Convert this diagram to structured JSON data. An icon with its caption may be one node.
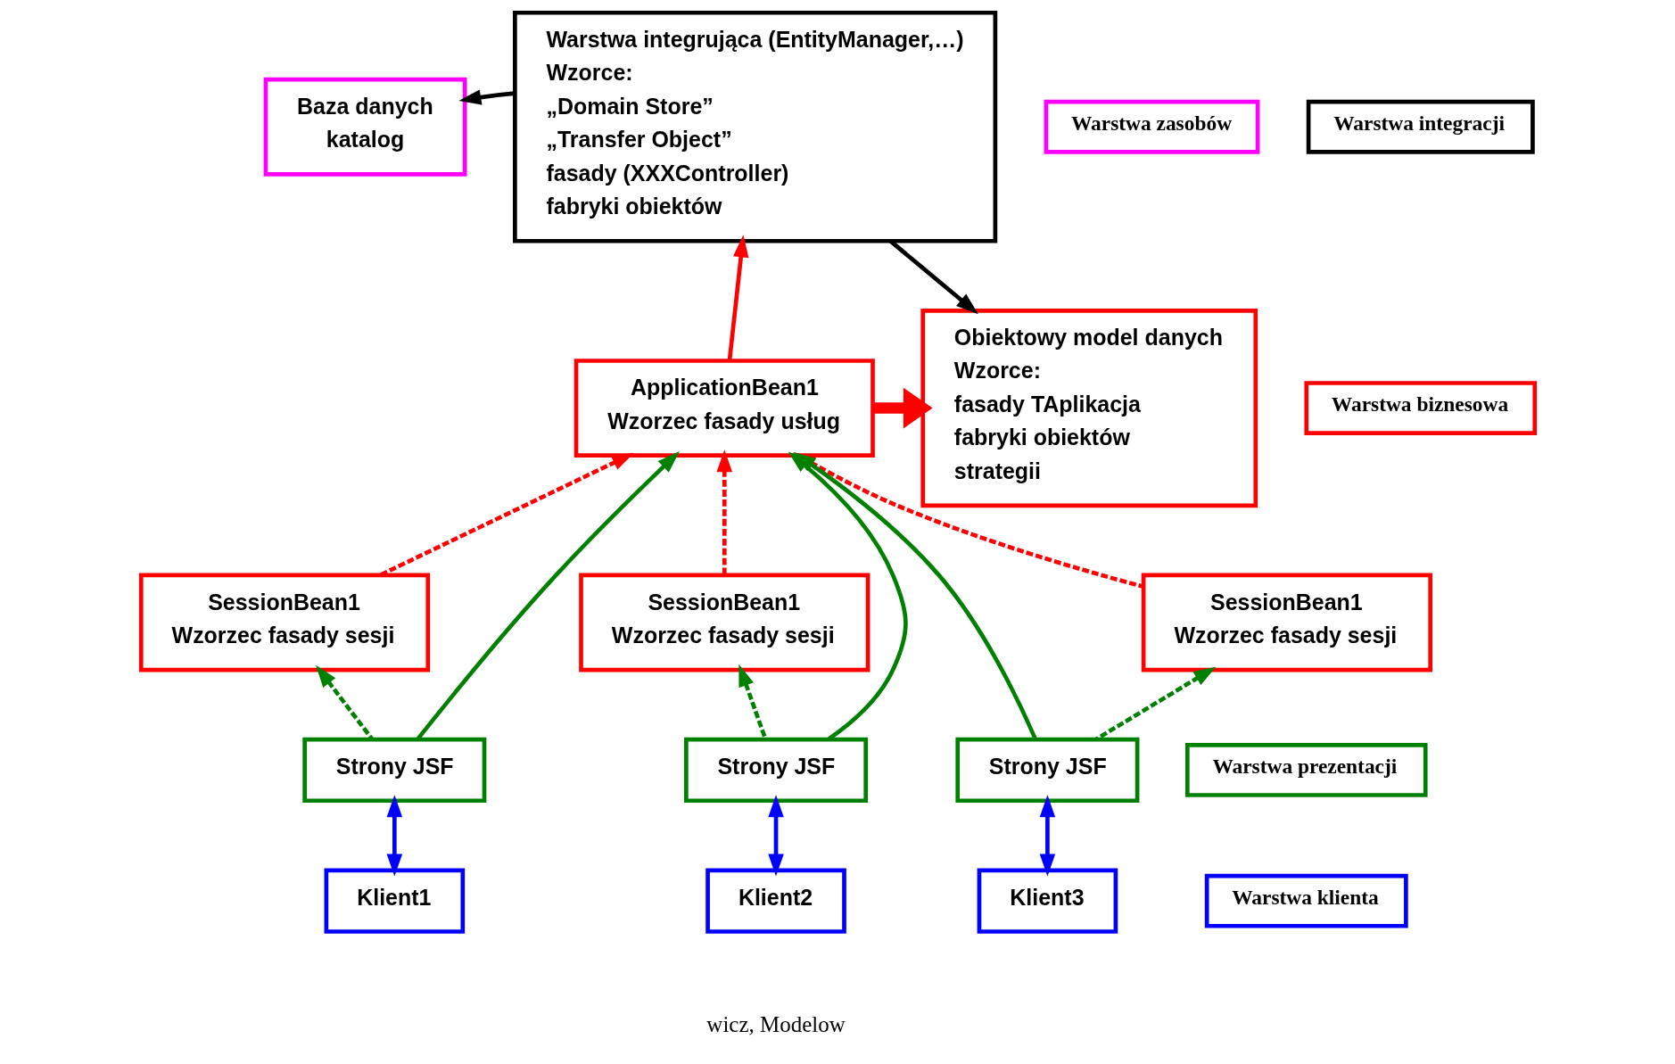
{
  "diagram": {
    "nodes": [
      {
        "text": [
          "Baza danych",
          "katalog"
        ]
      },
      {
        "text": [
          "Warstwa integrująca (EntityManager,…)",
          "Wzorce:",
          "„Domain Store”",
          "„Transfer Object”",
          "fasady (XXXController)",
          "fabryki obiektów"
        ]
      },
      {
        "text": [
          "Obiektowy model danych",
          "Wzorce:",
          "fasady TAplikacja",
          "fabryki obiektów",
          "strategii"
        ]
      },
      {
        "text": [
          "ApplicationBean1",
          "Wzorzec fasady usług"
        ]
      },
      {
        "text": [
          "SessionBean1",
          "Wzorzec fasady sesji"
        ]
      },
      {
        "text": [
          "SessionBean1",
          "Wzorzec fasady sesji"
        ]
      },
      {
        "text": [
          "SessionBean1",
          "Wzorzec fasady sesji"
        ]
      },
      {
        "text": [
          "Strony JSF"
        ]
      },
      {
        "text": [
          "Strony JSF"
        ]
      },
      {
        "text": [
          "Strony JSF"
        ]
      },
      {
        "text": [
          "Klient1"
        ]
      },
      {
        "text": [
          "Klient2"
        ]
      },
      {
        "text": [
          "Klient3"
        ]
      },
      {
        "text": [
          "Warstwa zasobów"
        ]
      },
      {
        "text": [
          "Warstwa integracji"
        ]
      },
      {
        "text": [
          "Warstwa biznesowa"
        ]
      },
      {
        "text": [
          "Warstwa prezentacji"
        ]
      },
      {
        "text": [
          "Warstwa klienta"
        ]
      }
    ],
    "edges": [
      {
        "from": 1,
        "to": 0,
        "arrow": "to",
        "color": "#000000"
      },
      {
        "from": 3,
        "to": 1,
        "arrow": "to",
        "color": "#ff0000"
      },
      {
        "from": 1,
        "to": 2,
        "arrow": "to",
        "color": "#000000"
      },
      {
        "from": 3,
        "to": 2,
        "arrow": "to",
        "style": "thick",
        "color": "#ff0000"
      },
      {
        "from": 4,
        "to": 3,
        "arrow": "to",
        "style": "dashed",
        "color": "#ff0000"
      },
      {
        "from": 5,
        "to": 3,
        "arrow": "to",
        "style": "dashed",
        "color": "#ff0000"
      },
      {
        "from": 6,
        "to": 3,
        "arrow": "to",
        "style": "dashed",
        "color": "#ff0000"
      },
      {
        "from": 7,
        "to": 3,
        "arrow": "to",
        "color": "#008000"
      },
      {
        "from": 8,
        "to": 3,
        "arrow": "to",
        "color": "#008000"
      },
      {
        "from": 9,
        "to": 3,
        "arrow": "to",
        "color": "#008000"
      },
      {
        "from": 7,
        "to": 4,
        "arrow": "to",
        "style": "dashed",
        "color": "#008000"
      },
      {
        "from": 8,
        "to": 5,
        "arrow": "to",
        "style": "dashed",
        "color": "#008000"
      },
      {
        "from": 9,
        "to": 6,
        "arrow": "to",
        "style": "dashed",
        "color": "#008000"
      },
      {
        "from": 7,
        "to": 10,
        "arrow": "both",
        "color": "#0000ff"
      },
      {
        "from": 8,
        "to": 11,
        "arrow": "both",
        "color": "#0000ff"
      },
      {
        "from": 9,
        "to": 12,
        "arrow": "both",
        "color": "#0000ff"
      }
    ],
    "labels": [
      "wicz, Modelow"
    ]
  }
}
